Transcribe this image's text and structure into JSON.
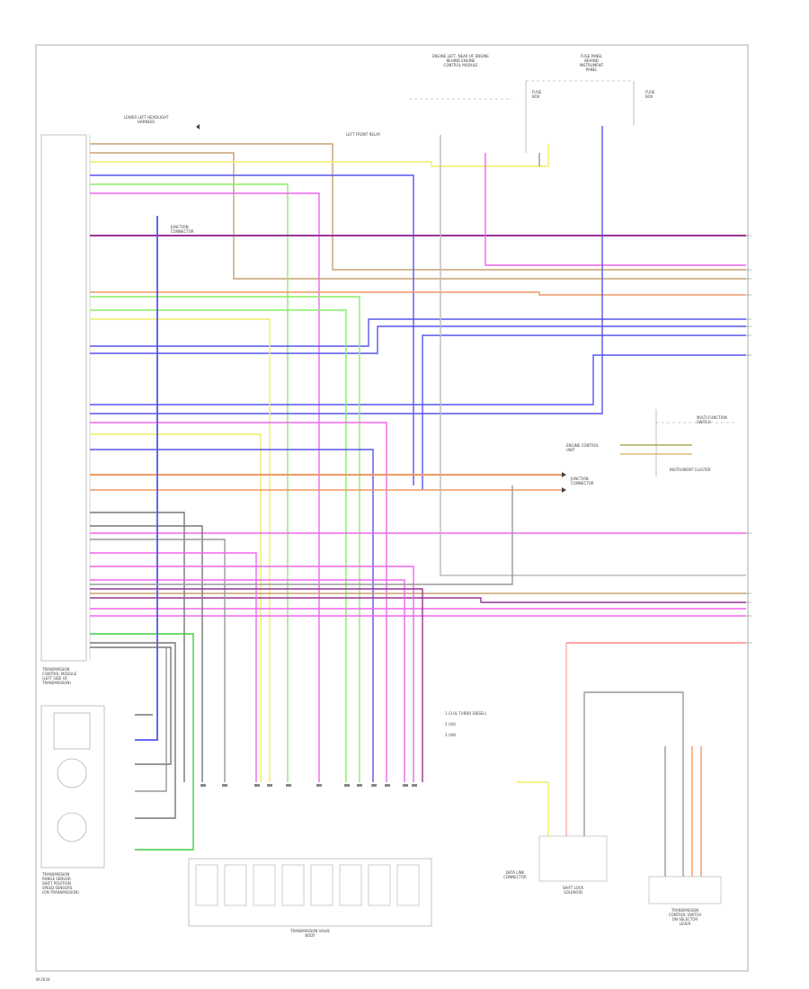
{
  "components": {
    "ecm": "ENGINE LEFT, NEAR OF ENGINE\nBEHIND ENGINE\nCONTROL MODULE",
    "left_relay": "LEFT FRONT RELAY",
    "fuse_box_left": "FUSE\nBOX",
    "fuse_box_right": "FUSE\nBOX",
    "fuse_panel": "FUSE PANEL\nBEHIND\nINSTRUMENT\nPANEL",
    "lower_left_headlight": "LOWER LEFT HEADLIGHT\nHARNESS",
    "ecu_connector": "ENGINE CONTROL\nUNIT",
    "junction_connector": "JUNCTION\nCONNECTOR",
    "tcm": "TRANSMISSION\nCONTROL MODULE\n(LEFT SIDE OF\nTRANSMISSION)",
    "range_sensor": "TRANSMISSION\nRANGE SENSOR\nSHIFT POSITION\nSPEED SENSORS\n(ON TRANSMISSION)",
    "valve_body": "TRANSMISSION VALVE\nBODY",
    "multi_switch": "MULTI-FUNCTION\nSWITCH",
    "instrument_cluster": "INSTRUMENT CLUSTER",
    "diag": "DATA LINK\nCONNECTOR",
    "shift_lock": "SHIFT LOCK\nSOLENOID",
    "trans_control_switch": "TRANSMISSION\nCONTROL SWITCH\nON SELECTOR\nLEVER"
  },
  "legend": {
    "l1": "1  (3.0L TURBO DIESEL)",
    "l2": "2  (V6)",
    "l3": "3  (V8)"
  },
  "footer": "W-2034"
}
